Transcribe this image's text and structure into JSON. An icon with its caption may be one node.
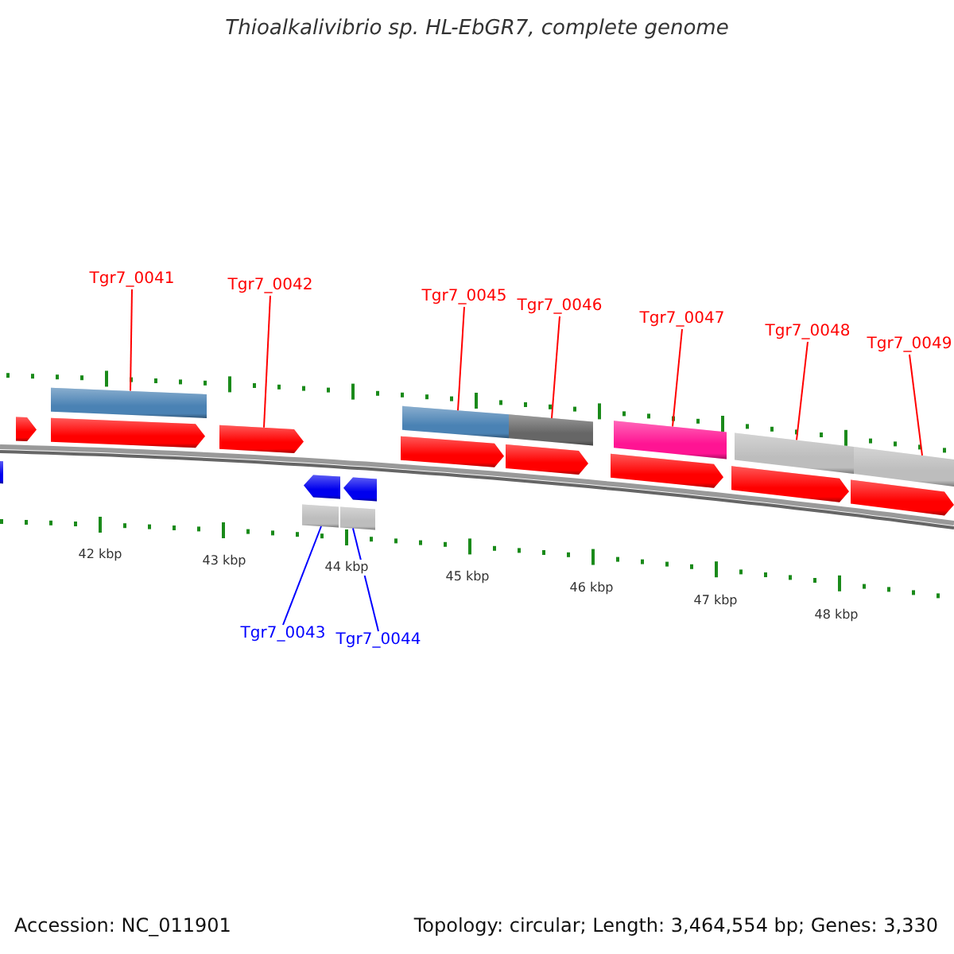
{
  "diagram": {
    "title": "Thioalkalivibrio sp. HL-EbGR7, complete genome",
    "nodes": [
      {
        "text": [
          "Tgr7_0041"
        ]
      },
      {
        "text": [
          "Tgr7_0042"
        ]
      },
      {
        "text": [
          "Tgr7_0043"
        ]
      },
      {
        "text": [
          "Tgr7_0044"
        ]
      },
      {
        "text": [
          "Tgr7_0045"
        ]
      },
      {
        "text": [
          "Tgr7_0046"
        ]
      },
      {
        "text": [
          "Tgr7_0047"
        ]
      },
      {
        "text": [
          "Tgr7_0048"
        ]
      },
      {
        "text": [
          "Tgr7_0049"
        ]
      },
      {
        "text": [],
        "shape": "bar"
      },
      {
        "text": [],
        "shape": "arrow"
      },
      {
        "text": [],
        "shape": "bar"
      },
      {
        "text": [],
        "shape": "bar"
      },
      {
        "text": [],
        "shape": "bar"
      },
      {
        "text": [],
        "shape": "bar"
      },
      {
        "text": [],
        "shape": "bar"
      },
      {
        "text": [],
        "shape": "bar"
      },
      {
        "text": [],
        "shape": "bar"
      },
      {
        "text": [],
        "shape": "arrow"
      },
      {
        "text": [],
        "shape": "arrow"
      },
      {
        "text": [],
        "shape": "arrow"
      },
      {
        "text": [],
        "shape": "arrow"
      },
      {
        "text": [],
        "shape": "arrow"
      },
      {
        "text": [],
        "shape": "arrow"
      },
      {
        "text": [],
        "shape": "arrow"
      },
      {
        "text": [],
        "shape": "arrow"
      },
      {
        "text": [],
        "shape": "arrow"
      },
      {
        "text": [],
        "shape": "bar"
      }
    ],
    "edges": [
      {
        "from": 0,
        "to": 9,
        "arrow": "none"
      },
      {
        "from": 1,
        "to": 10,
        "arrow": "none"
      },
      {
        "from": 2,
        "to": 11,
        "arrow": "none",
        "color": "#0000ff"
      },
      {
        "from": 3,
        "to": 12,
        "arrow": "none",
        "color": "#0000ff"
      },
      {
        "from": 4,
        "to": 13,
        "arrow": "none"
      },
      {
        "from": 5,
        "to": 14,
        "arrow": "none"
      },
      {
        "from": 6,
        "to": 15,
        "arrow": "none"
      },
      {
        "from": 7,
        "to": 16,
        "arrow": "none"
      },
      {
        "from": 8,
        "to": 17,
        "arrow": "none"
      }
    ],
    "labels": [
      "42 kbp",
      "43 kbp",
      "44 kbp",
      "45 kbp",
      "46 kbp",
      "47 kbp",
      "48 kbp",
      "Accession: NC_011901",
      "Topology: circular; Length: 3,464,554 bp; Genes: 3,330"
    ]
  }
}
